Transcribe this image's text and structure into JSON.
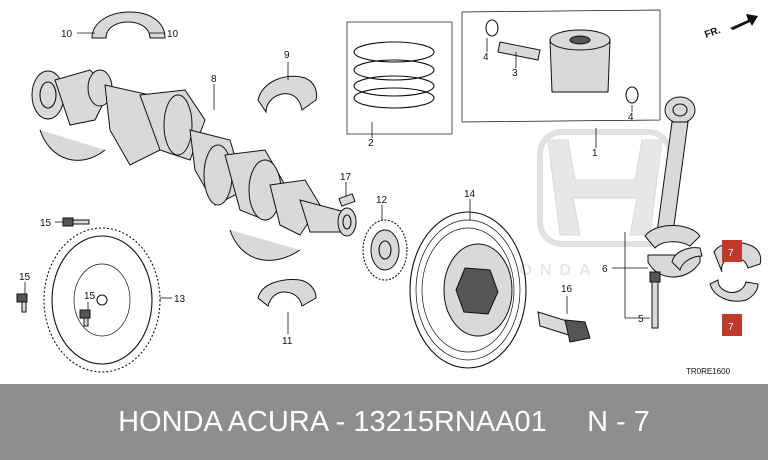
{
  "footer": {
    "text": "HONDA ACURA - 13215RNAA01     N - 7",
    "background": "#8e8e8e",
    "color": "#ffffff"
  },
  "diagram": {
    "code": "TR0RE1600",
    "direction": "FR.",
    "highlight_color": "#c0392b",
    "logo_text": "HONDA",
    "callouts": {
      "c1": "1",
      "c2": "2",
      "c3": "3",
      "c4a": "4",
      "c4b": "4",
      "c5": "5",
      "c6": "6",
      "c7a": "7",
      "c7b": "7",
      "c8": "8",
      "c9": "9",
      "c10a": "10",
      "c10b": "10",
      "c11": "11",
      "c12": "12",
      "c13": "13",
      "c14": "14",
      "c15a": "15",
      "c15b": "15",
      "c15c": "15",
      "c16": "16",
      "c17": "17"
    }
  }
}
